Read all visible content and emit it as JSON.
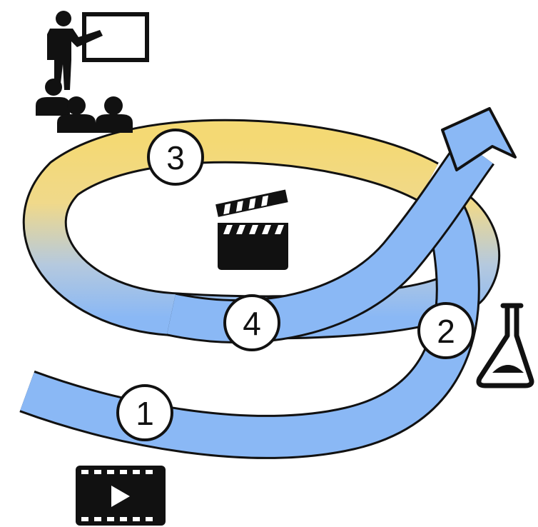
{
  "diagram": {
    "steps": [
      {
        "label": "1",
        "icon": "video-play-icon"
      },
      {
        "label": "2",
        "icon": "lab-flask-icon"
      },
      {
        "label": "3",
        "icon": "teacher-presentation-icon"
      },
      {
        "label": "4",
        "icon": "clapperboard-icon"
      }
    ],
    "colors": {
      "arrow_blue": "#8ab8f5",
      "spiral_yellow": "#f4d974",
      "outline": "#111111",
      "icon": "#111111"
    }
  }
}
